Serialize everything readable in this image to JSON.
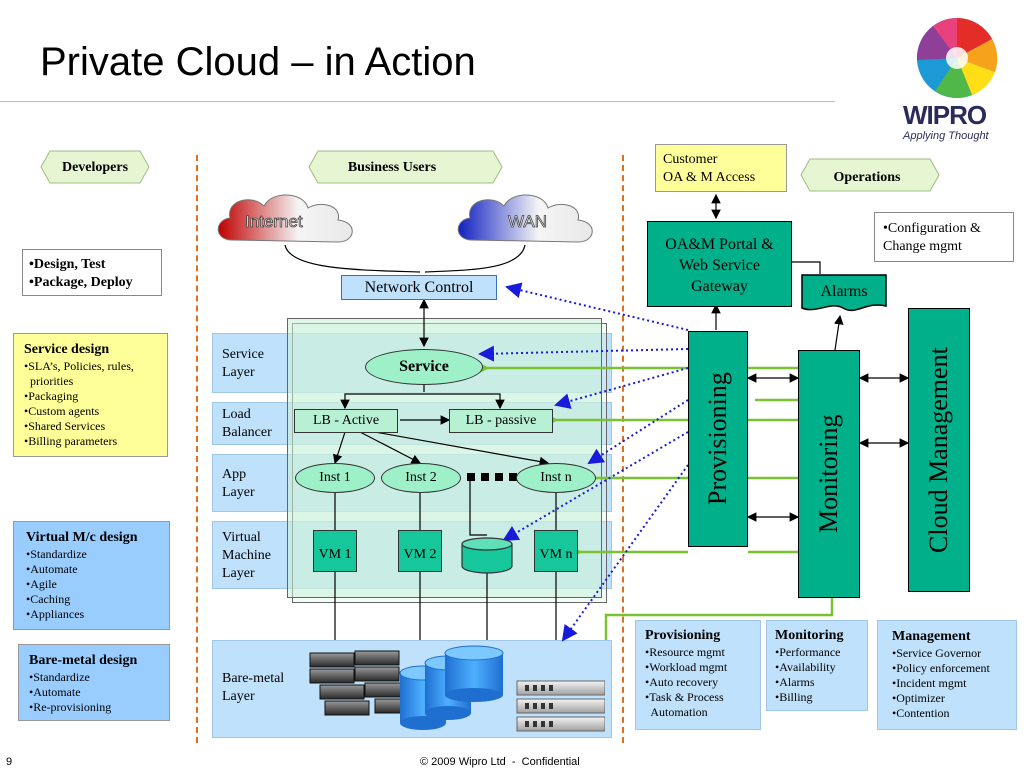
{
  "title": "Private Cloud – in Action",
  "logo": {
    "brand": "WIPRO",
    "tagline": "Applying Thought"
  },
  "banners": {
    "developers": "Developers",
    "business_users": "Business Users",
    "operations": "Operations"
  },
  "developers_box": [
    "•Design, Test",
    "•Package, Deploy"
  ],
  "service_design": {
    "title": "Service design",
    "items": [
      "•SLA’s, Policies, rules,",
      "  priorities",
      "•Packaging",
      "•Custom agents",
      "•Shared Services",
      "•Billing parameters"
    ]
  },
  "virtual_design": {
    "title": "Virtual M/c design",
    "items": [
      "•Standardize",
      "•Automate",
      "•Agile",
      "•Caching",
      "•Appliances"
    ]
  },
  "baremetal_design": {
    "title": "Bare-metal design",
    "items": [
      "•Standardize",
      "•Automate",
      "•Re-provisioning"
    ]
  },
  "clouds": {
    "internet": "Internet",
    "wan": "WAN"
  },
  "network_control": "Network Control",
  "layers": {
    "service": [
      "Service",
      "Layer"
    ],
    "load": [
      "Load",
      "Balancer"
    ],
    "app": [
      "App",
      "Layer"
    ],
    "virtual": [
      "Virtual",
      "Machine",
      "Layer"
    ],
    "bare": [
      "Bare-metal",
      "Layer"
    ]
  },
  "service_node": "Service",
  "lb_active": "LB - Active",
  "lb_passive": "LB - passive",
  "inst": [
    "Inst 1",
    "Inst 2",
    "Inst n"
  ],
  "vm": [
    "VM 1",
    "VM 2",
    "VM n"
  ],
  "customer_box": [
    "Customer",
    "OA & M Access"
  ],
  "oam_portal": [
    "OA&M Portal &",
    "Web Service",
    "Gateway"
  ],
  "alarms": "Alarms",
  "config_box": [
    "•Configuration &",
    "Change mgmt"
  ],
  "provisioning": "Provisioning",
  "monitoring": "Monitoring",
  "cloud_mgmt": "Cloud Management",
  "prov_box": {
    "title": "Provisioning",
    "items": [
      "•Resource mgmt",
      "•Workload mgmt",
      "•Auto recovery",
      "•Task & Process",
      "  Automation"
    ]
  },
  "mon_box": {
    "title": "Monitoring",
    "items": [
      "•Performance",
      "•Availability",
      "•Alarms",
      "•Billing"
    ]
  },
  "mgmt_box": {
    "title": "Management",
    "items": [
      "•Service Governor",
      "•Policy enforcement",
      "•Incident mgmt",
      "•Optimizer",
      "•Contention"
    ]
  },
  "footer": {
    "page": "9",
    "copyright": "© 2009 Wipro Ltd  -  Confidential"
  },
  "colors": {
    "green": "#00b08a",
    "layer_blue": "#bfe1fb",
    "yellow": "#ffff99",
    "light_blue": "#99ccff",
    "orange": "#e07020"
  }
}
